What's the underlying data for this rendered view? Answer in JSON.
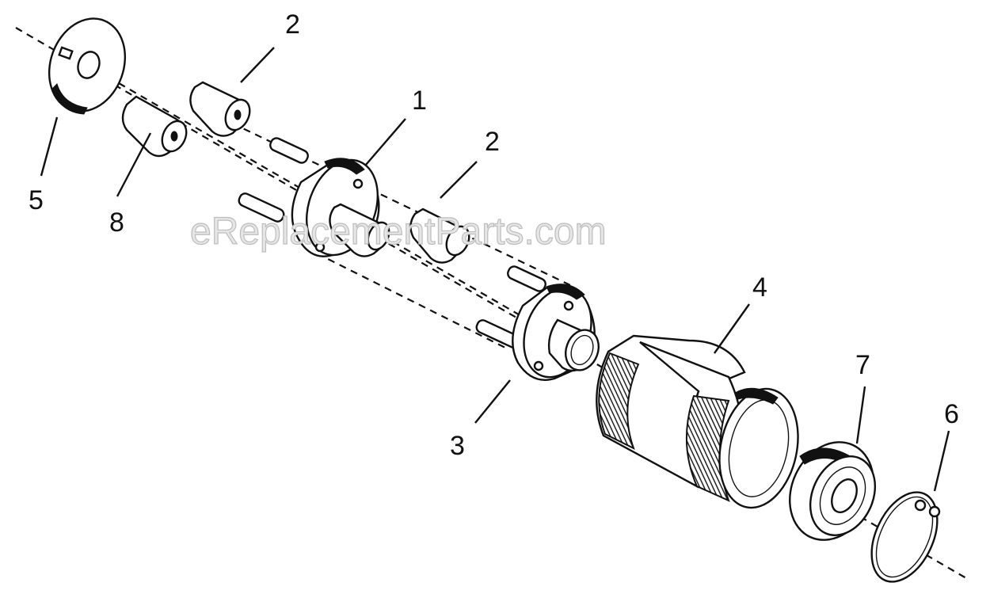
{
  "watermark": "eReplacementParts.com",
  "callouts": {
    "washer": "5",
    "gear_left": "8",
    "gear_top": "2",
    "carrier_upper": "1",
    "gear_mid": "2",
    "carrier_lower": "3",
    "ring_gear": "4",
    "bearing": "7",
    "retaining_ring": "6"
  },
  "colors": {
    "line": "#111111",
    "watermark_fill": "#e6e6e6"
  }
}
